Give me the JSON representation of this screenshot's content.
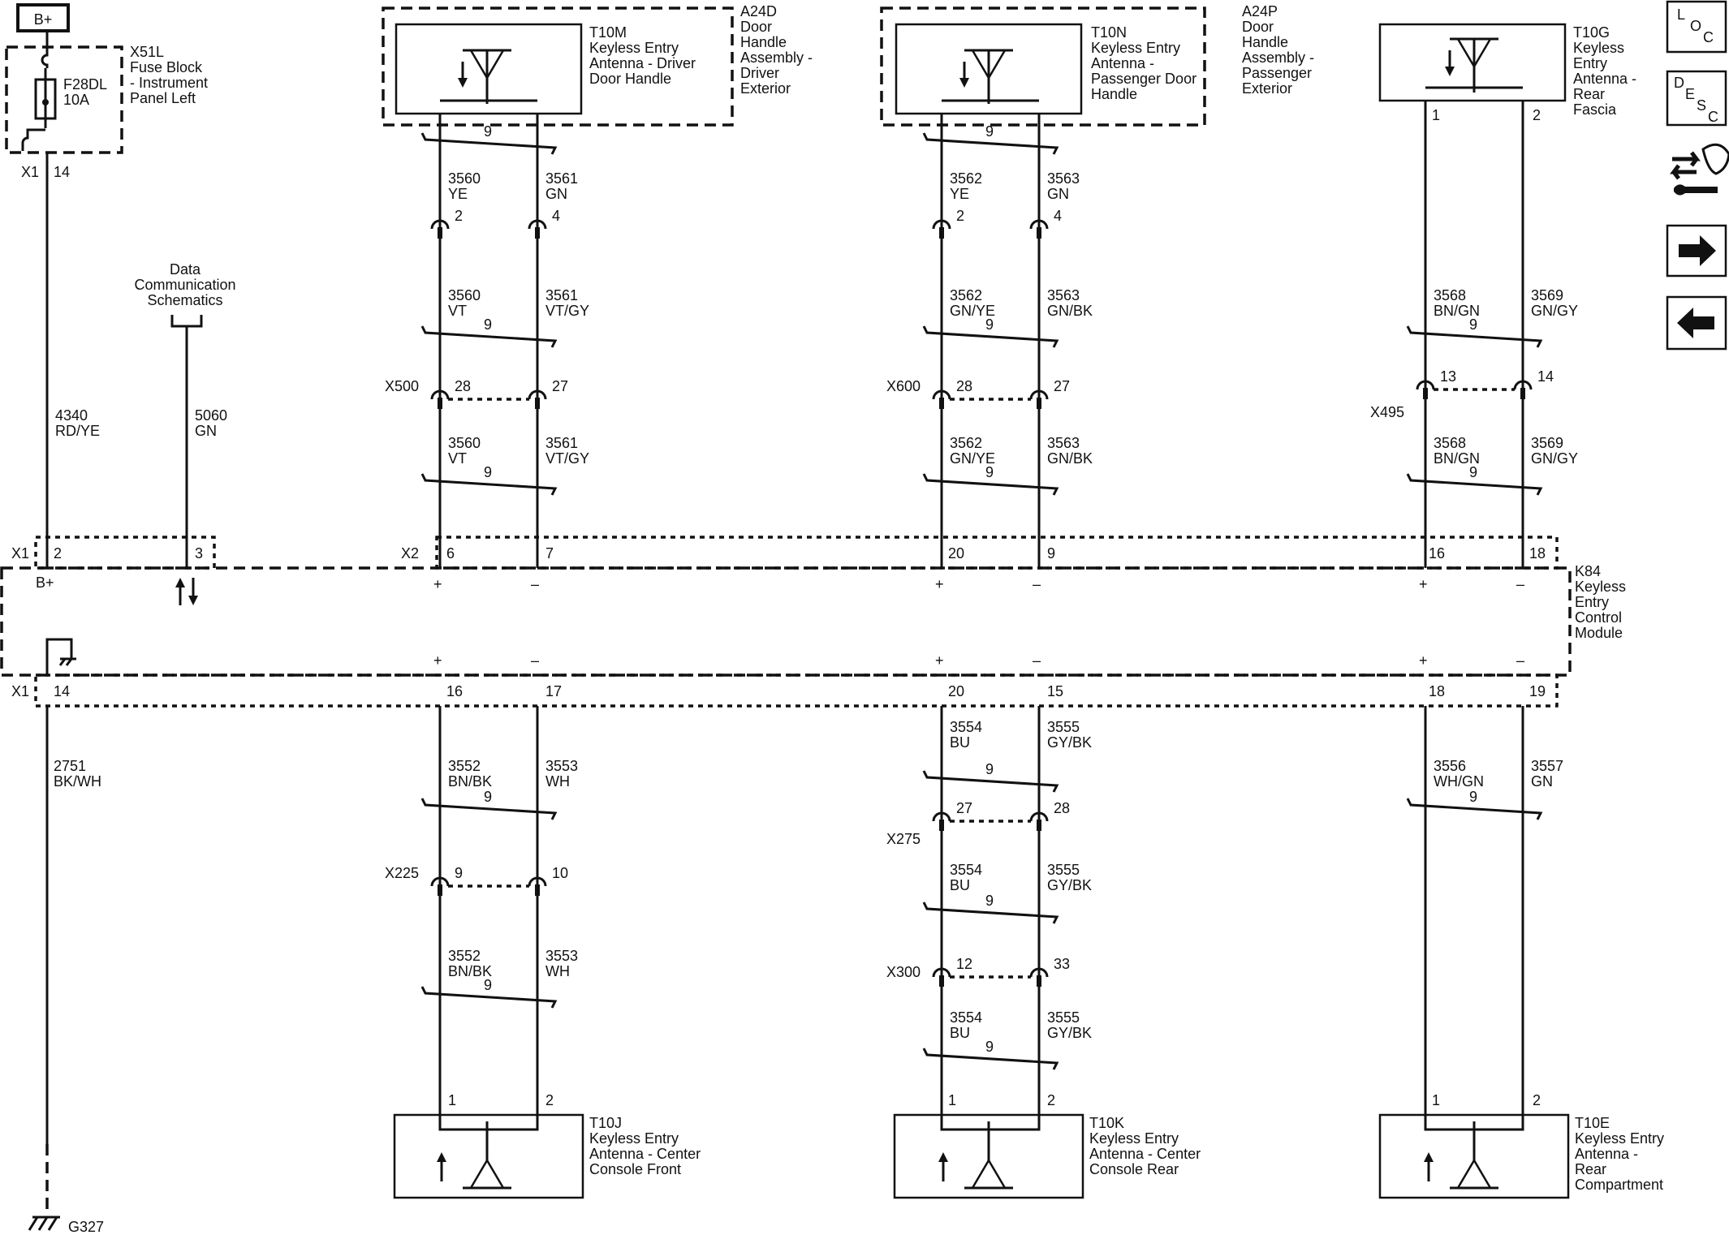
{
  "power": {
    "label": "B+"
  },
  "fuse_block": {
    "id": "X51L",
    "name": "Fuse Block - Instrument Panel Left",
    "name_lines": [
      "Fuse Block",
      "- Instrument",
      "Panel Left"
    ],
    "fuse": "F28DL",
    "rating": "10A",
    "connector": "X1",
    "pin": "14"
  },
  "data_comm": {
    "lines": [
      "Data",
      "Communication",
      "Schematics"
    ]
  },
  "module": {
    "id": "K84",
    "name_lines": [
      "Keyless",
      "Entry",
      "Control",
      "Module"
    ],
    "bplus": "B+",
    "conn_top_left": "X1",
    "conn_top_right": "X2",
    "conn_bottom": "X1",
    "pins_top_x1": [
      "2",
      "3"
    ],
    "pins_top_x2": [
      "6",
      "7",
      "20",
      "9",
      "16",
      "18"
    ],
    "pins_bottom": [
      "14",
      "16",
      "17",
      "20",
      "15",
      "18",
      "19"
    ]
  },
  "wires": {
    "w4340": {
      "circuit": "4340",
      "color": "RD/YE"
    },
    "w5060": {
      "circuit": "5060",
      "color": "GN"
    },
    "w2751": {
      "circuit": "2751",
      "color": "BK/WH"
    },
    "ground": "G327"
  },
  "antennas": {
    "t10m": {
      "id": "T10M",
      "desc": [
        "Keyless Entry",
        "Antenna - Driver",
        "Door Handle"
      ],
      "assembly_id": "A24D",
      "assembly": [
        "Door",
        "Handle",
        "Assembly -",
        "Driver",
        "Exterior"
      ]
    },
    "t10n": {
      "id": "T10N",
      "desc": [
        "Keyless Entry",
        "Antenna -",
        "Passenger Door",
        "Handle"
      ],
      "assembly_id": "A24P",
      "assembly": [
        "Door",
        "Handle",
        "Assembly -",
        "Passenger",
        "Exterior"
      ]
    },
    "t10g": {
      "id": "T10G",
      "desc": [
        "Keyless",
        "Entry",
        "Antenna -",
        "Rear",
        "Fascia"
      ],
      "pins": [
        "1",
        "2"
      ]
    },
    "t10j": {
      "id": "T10J",
      "desc": [
        "Keyless Entry",
        "Antenna - Center",
        "Console Front"
      ],
      "pins": [
        "1",
        "2"
      ]
    },
    "t10k": {
      "id": "T10K",
      "desc": [
        "Keyless Entry",
        "Antenna - Center",
        "Console Rear"
      ],
      "pins": [
        "1",
        "2"
      ]
    },
    "t10e": {
      "id": "T10E",
      "desc": [
        "Keyless Entry",
        "Antenna -",
        "Rear",
        "Compartment"
      ],
      "pins": [
        "1",
        "2"
      ]
    }
  },
  "twist_label": "9",
  "connectors": {
    "x500": "X500",
    "x600": "X600",
    "x495": "X495",
    "x225": "X225",
    "x275": "X275",
    "x300": "X300"
  },
  "labels": {
    "driver_upper": [
      [
        "3560",
        "YE"
      ],
      [
        "3561",
        "GN"
      ]
    ],
    "driver_mid": [
      [
        "3560",
        "VT"
      ],
      [
        "3561",
        "VT/GY"
      ]
    ],
    "driver_low": [
      [
        "3560",
        "VT"
      ],
      [
        "3561",
        "VT/GY"
      ]
    ],
    "driver_pins_a": [
      "2",
      "4"
    ],
    "driver_pins_b": [
      "28",
      "27"
    ],
    "pass_upper": [
      [
        "3562",
        "YE"
      ],
      [
        "3563",
        "GN"
      ]
    ],
    "pass_mid": [
      [
        "3562",
        "GN/YE"
      ],
      [
        "3563",
        "GN/BK"
      ]
    ],
    "pass_low": [
      [
        "3562",
        "GN/YE"
      ],
      [
        "3563",
        "GN/BK"
      ]
    ],
    "pass_pins_a": [
      "2",
      "4"
    ],
    "pass_pins_b": [
      "28",
      "27"
    ],
    "rear_mid": [
      [
        "3568",
        "BN/GN"
      ],
      [
        "3569",
        "GN/GY"
      ]
    ],
    "rear_low": [
      [
        "3568",
        "BN/GN"
      ],
      [
        "3569",
        "GN/GY"
      ]
    ],
    "rear_pins": [
      "13",
      "14"
    ],
    "front_a": [
      [
        "3552",
        "BN/BK"
      ],
      [
        "3553",
        "WH"
      ]
    ],
    "front_b": [
      [
        "3552",
        "BN/BK"
      ],
      [
        "3553",
        "WH"
      ]
    ],
    "front_pins": [
      "9",
      "10"
    ],
    "console_a": [
      [
        "3554",
        "BU"
      ],
      [
        "3555",
        "GY/BK"
      ]
    ],
    "console_b": [
      [
        "3554",
        "BU"
      ],
      [
        "3555",
        "GY/BK"
      ]
    ],
    "console_c": [
      [
        "3554",
        "BU"
      ],
      [
        "3555",
        "GY/BK"
      ]
    ],
    "console_pins_a": [
      "27",
      "28"
    ],
    "console_pins_b": [
      "12",
      "33"
    ],
    "rearcomp": [
      [
        "3556",
        "WH/GN"
      ],
      [
        "3557",
        "GN"
      ]
    ]
  },
  "polarity": {
    "plus": "+",
    "minus": "–"
  },
  "nav": {
    "loc_letters": [
      "L",
      "O",
      "C"
    ],
    "desc_letters": [
      "D",
      "E",
      "S",
      "C"
    ]
  }
}
